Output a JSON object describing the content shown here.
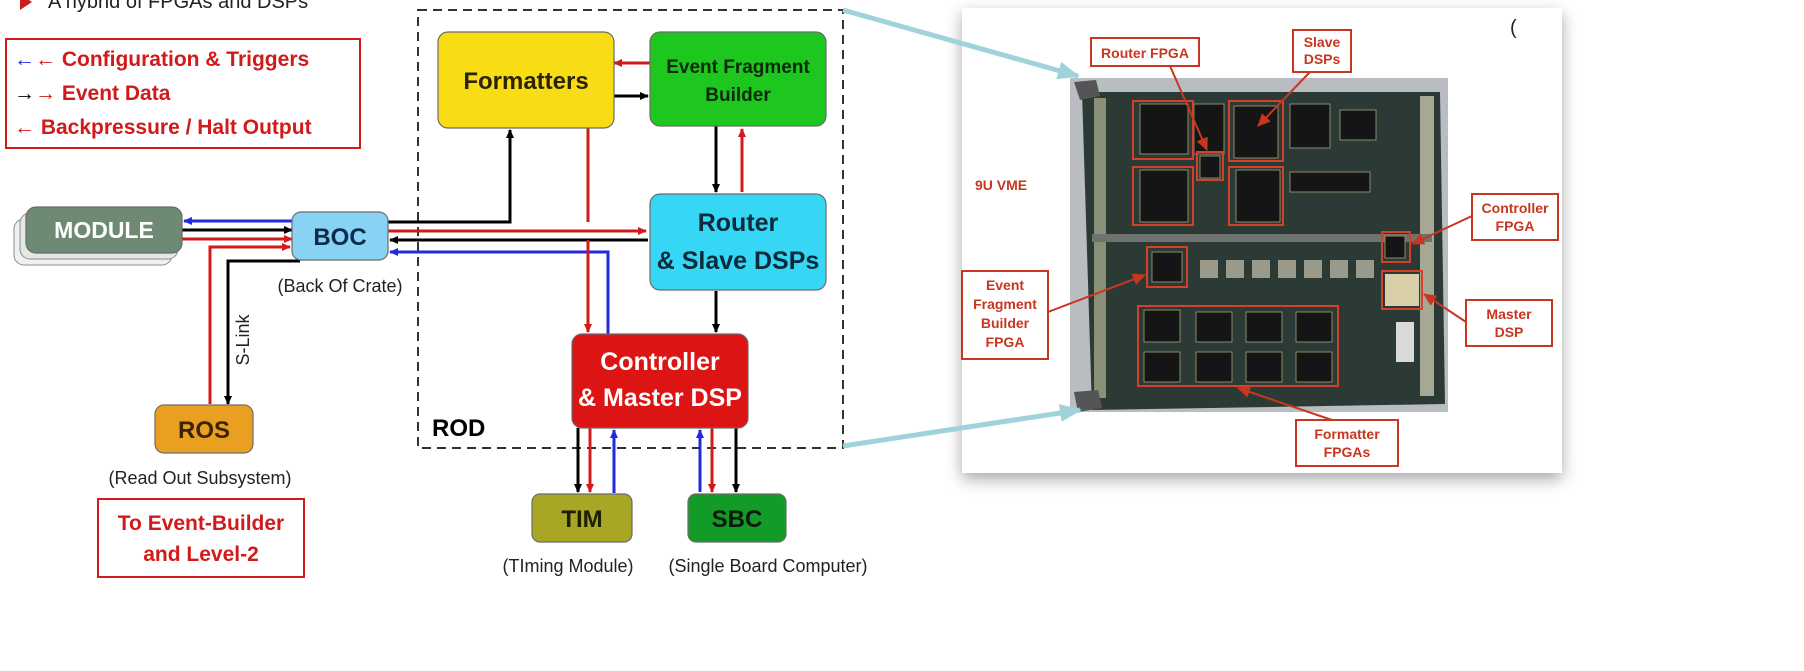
{
  "header": {
    "bullet_text": "A hybrid of FPGAs and DSPs"
  },
  "legend": {
    "configuration": "← Configuration & Triggers",
    "event_data": "→ Event Data",
    "backpressure": "← Backpressure / Halt Output",
    "colors": {
      "configuration": "#1f2be0",
      "event_data": "#000000",
      "backpressure": "#d11a1a"
    }
  },
  "diagram": {
    "module": "MODULE",
    "boc": "BOC",
    "boc_caption": "(Back Of Crate)",
    "slink": "S-Link",
    "ros": "ROS",
    "ros_caption": "(Read Out Subsystem)",
    "event_builder": [
      "To Event-Builder",
      "and Level-2"
    ],
    "formatters": "Formatters",
    "efb": [
      "Event Fragment",
      "Builder"
    ],
    "router": [
      "Router",
      "& Slave DSPs"
    ],
    "controller": [
      "Controller",
      "& Master DSP"
    ],
    "rod": "ROD",
    "tim": "TIM",
    "tim_caption": "(TIming Module)",
    "sbc": "SBC",
    "sbc_caption": "(Single Board Computer)",
    "colors": {
      "module": "#6e8a74",
      "boc": "#88d2f3",
      "ros": "#e9a020",
      "formatters": "#f9dd14",
      "efb": "#1ec71e",
      "router": "#36d6f5",
      "controller": "#dd1414",
      "tim": "#a8a625",
      "sbc": "#139b28"
    }
  },
  "photo": {
    "top_right_text": "(",
    "vme_label": "9U VME",
    "router_fpga": "Router FPGA",
    "slave_dsps": [
      "Slave",
      "DSPs"
    ],
    "controller_fpga": [
      "Controller",
      "FPGA"
    ],
    "efb_fpga": [
      "Event",
      "Fragment",
      "Builder",
      "FPGA"
    ],
    "master_dsp": [
      "Master",
      "DSP"
    ],
    "formatter_fpgas": [
      "Formatter",
      "FPGAs"
    ],
    "colors": {
      "label": "#c8361f",
      "board": "#2c3a36"
    }
  }
}
